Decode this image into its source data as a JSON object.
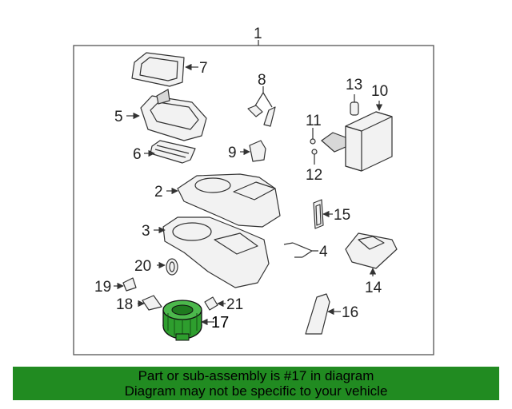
{
  "callouts": {
    "c1": "1",
    "c2": "2",
    "c3": "3",
    "c4": "4",
    "c5": "5",
    "c6": "6",
    "c7": "7",
    "c8": "8",
    "c9": "9",
    "c10": "10",
    "c11": "11",
    "c12": "12",
    "c13": "13",
    "c14": "14",
    "c15": "15",
    "c16": "16",
    "c17": "17",
    "c18": "18",
    "c19": "19",
    "c20": "20",
    "c21": "21"
  },
  "highlight": {
    "part": "17",
    "color": "#2e9e2e"
  },
  "banner": {
    "line1": "Part or sub-assembly is #17 in diagram",
    "line2": "Diagram may not be specific to your vehicle",
    "color": "#218b21"
  }
}
